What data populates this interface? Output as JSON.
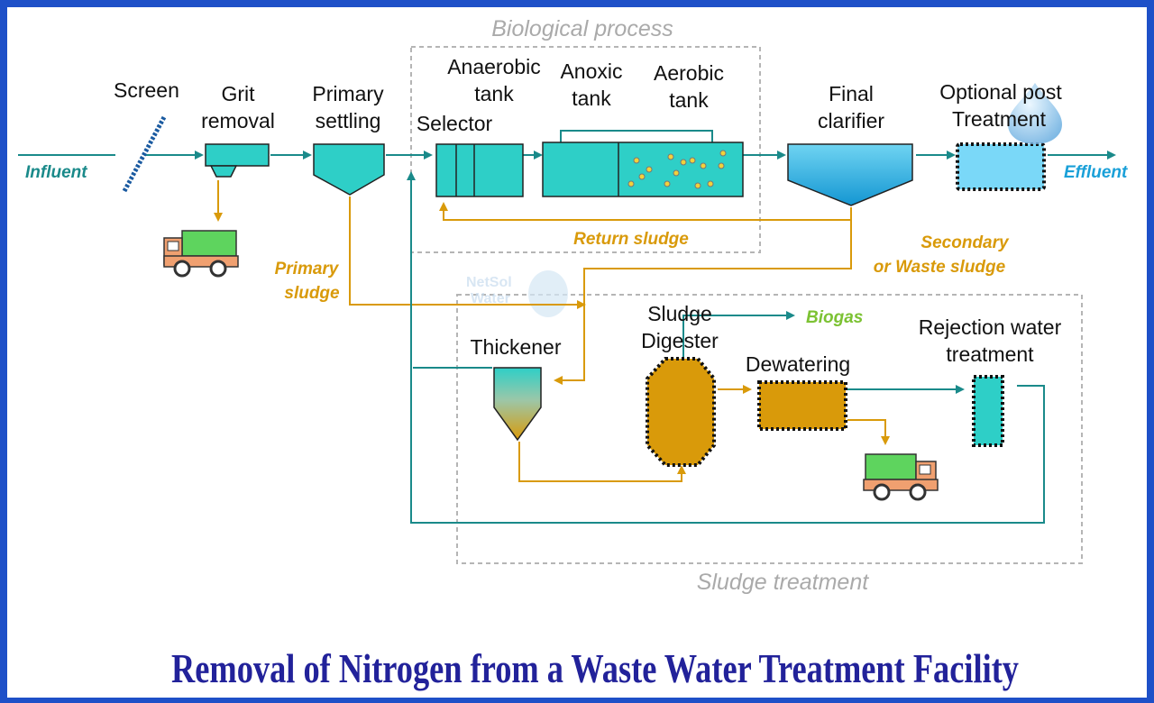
{
  "labels": {
    "influent": "Influent",
    "screen": "Screen",
    "grit_1": "Grit",
    "grit_2": "removal",
    "primary_settling_1": "Primary",
    "primary_settling_2": "settling",
    "biological_process": "Biological process",
    "anaerobic_1": "Anaerobic",
    "anaerobic_2": "tank",
    "selector": "Selector",
    "anoxic_1": "Anoxic",
    "anoxic_2": "tank",
    "aerobic_1": "Aerobic",
    "aerobic_2": "tank",
    "final_clarifier_1": "Final",
    "final_clarifier_2": "clarifier",
    "optional_post_1": "Optional post",
    "optional_post_2": "Treatment",
    "effluent": "Effluent",
    "return_sludge": "Return sludge",
    "secondary_sludge_1": "Secondary",
    "secondary_sludge_2": "or Waste sludge",
    "primary_sludge_1": "Primary",
    "primary_sludge_2": "sludge",
    "thickener": "Thickener",
    "sludge_digester_1": "Sludge",
    "sludge_digester_2": "Digester",
    "biogas": "Biogas",
    "dewatering": "Dewatering",
    "rejection_1": "Rejection water",
    "rejection_2": "treatment",
    "sludge_treatment": "Sludge treatment"
  },
  "watermark": {
    "line1": "NetSol",
    "line2": "Water"
  },
  "title": "Removal of Nitrogen from a Waste Water Treatment Facility",
  "colors": {
    "border": "#1e50c8",
    "teal": "#1a8a8a",
    "tank_fill": "#2ecfc7",
    "sludge": "#d99a0a",
    "clarifier_blue": "#1aa0d8",
    "title": "#22229a"
  },
  "icons": [
    "screen-icon",
    "truck-icon",
    "water-drop-logo-icon"
  ]
}
